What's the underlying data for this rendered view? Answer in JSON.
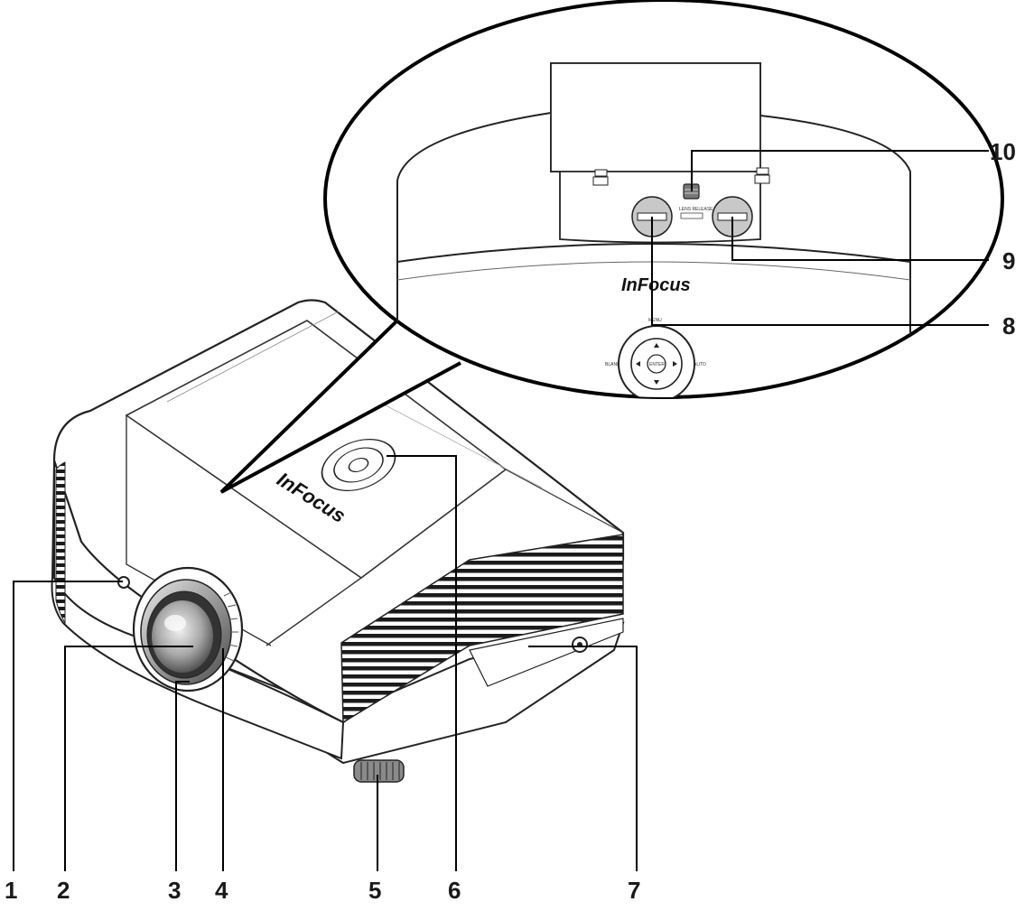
{
  "brand": "InFocus",
  "keypad": {
    "menu": "MENU",
    "blank": "BLANK",
    "auto": "AUTO",
    "enter": "ENTER"
  },
  "lens_release": "LENS RELEASE",
  "callouts": [
    "1",
    "2",
    "3",
    "4",
    "5",
    "6",
    "7",
    "8",
    "9",
    "10"
  ]
}
